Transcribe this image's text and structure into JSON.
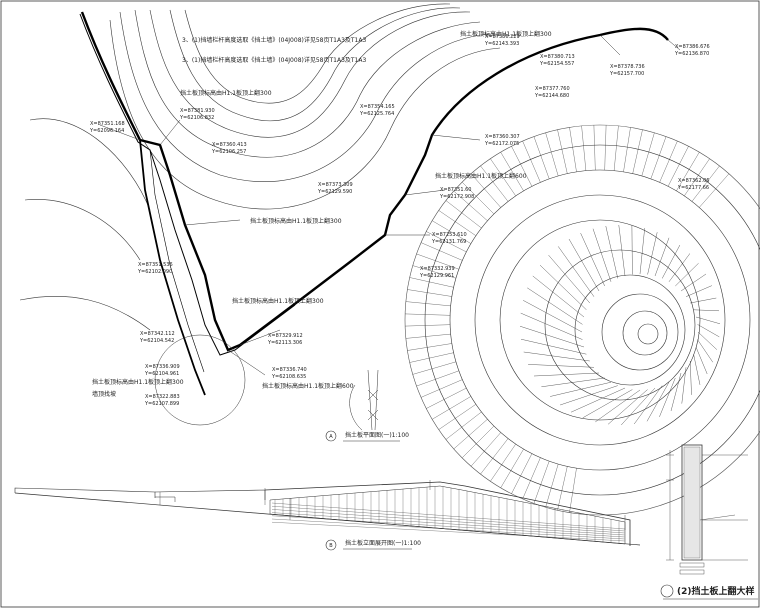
{
  "plan": {
    "notes": [
      "3、(1)挡墙栏杆高度选取《挡土墙》(04J008)详见58页T1A3及T1A3",
      "3、(1)挡墙栏杆高度选取《挡土墙》(04J008)详见58页T1A3及T1A3"
    ],
    "annotations": [
      "挡土板顶标高由H1.1板顶上翻300",
      "挡土板顶标高由H1.1板顶上翻300",
      "挡土板顶标高由H1.1板顶上翻600",
      "挡土板顶标高由H1.1板顶上翻300",
      "挡土板顶标高由H1.1板顶上翻300",
      "挡土板顶标高由H1.1板顶上翻600",
      "挡土板顶标高由H1.1板顶上翻300",
      "墙顶找坡"
    ],
    "coords": [
      [
        "X=87386.229",
        "Y=62143.393"
      ],
      [
        "X=87380.713",
        "Y=62154.557"
      ],
      [
        "X=87386.676",
        "Y=62136.870"
      ],
      [
        "X=87378.736",
        "Y=62157.700"
      ],
      [
        "X=87351.168",
        "Y=62096.164"
      ],
      [
        "X=87381.930",
        "Y=62106.832"
      ],
      [
        "X=87360.413",
        "Y=62106.257"
      ],
      [
        "X=87377.760",
        "Y=62144.680"
      ],
      [
        "X=87354.165",
        "Y=62125.764"
      ],
      [
        "X=87360.307",
        "Y=62172.075"
      ],
      [
        "X=87373.309",
        "Y=62129.590"
      ],
      [
        "X=87362.06",
        "Y=62177.66"
      ],
      [
        "X=87351.60",
        "Y=62172.908"
      ],
      [
        "X=87253.610",
        "Y=62131.769"
      ],
      [
        "X=87351.536",
        "Y=62102.090"
      ],
      [
        "X=87332.939",
        "Y=62129.961"
      ],
      [
        "X=87342.112",
        "Y=62104.542"
      ],
      [
        "X=87329.912",
        "Y=62113.306"
      ],
      [
        "X=87336.909",
        "Y=62104.961"
      ],
      [
        "X=87336.740",
        "Y=62108.635"
      ],
      [
        "X=87322.883",
        "Y=62107.899"
      ]
    ]
  },
  "labels": {
    "plan_marker": "A",
    "plan_title": "挡土板平面图(一)1:100",
    "section_marker": "B",
    "section_title": "挡土板立面展开图(一)1:100",
    "detail_title": "(2)挡土板上翻大样"
  }
}
